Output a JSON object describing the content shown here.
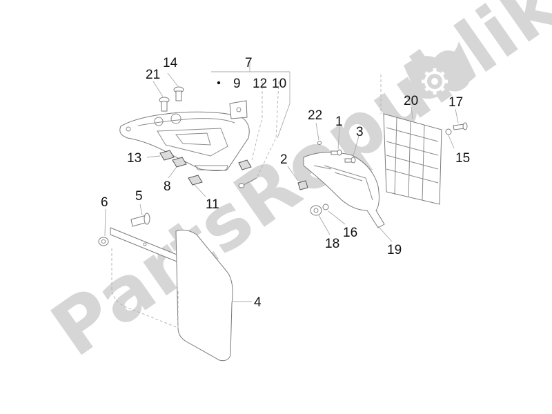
{
  "watermark": {
    "text": "PartsRepublik"
  },
  "callouts": {
    "c1": "1",
    "c2": "2",
    "c3": "3",
    "c4": "4",
    "c5": "5",
    "c6": "6",
    "c7": "7",
    "c8": "8",
    "c9": "9",
    "c10": "10",
    "c11": "11",
    "c12": "12",
    "c13": "13",
    "c14": "14",
    "c15": "15",
    "c16": "16",
    "c17": "17",
    "c18": "18",
    "c19": "19",
    "c20": "20",
    "c21": "21",
    "c22": "22"
  },
  "colors": {
    "line": "#8a8a8a",
    "label": "#111111",
    "watermark": "#d6d6d6"
  },
  "icons": {
    "logo": "gear-flag-logo"
  }
}
